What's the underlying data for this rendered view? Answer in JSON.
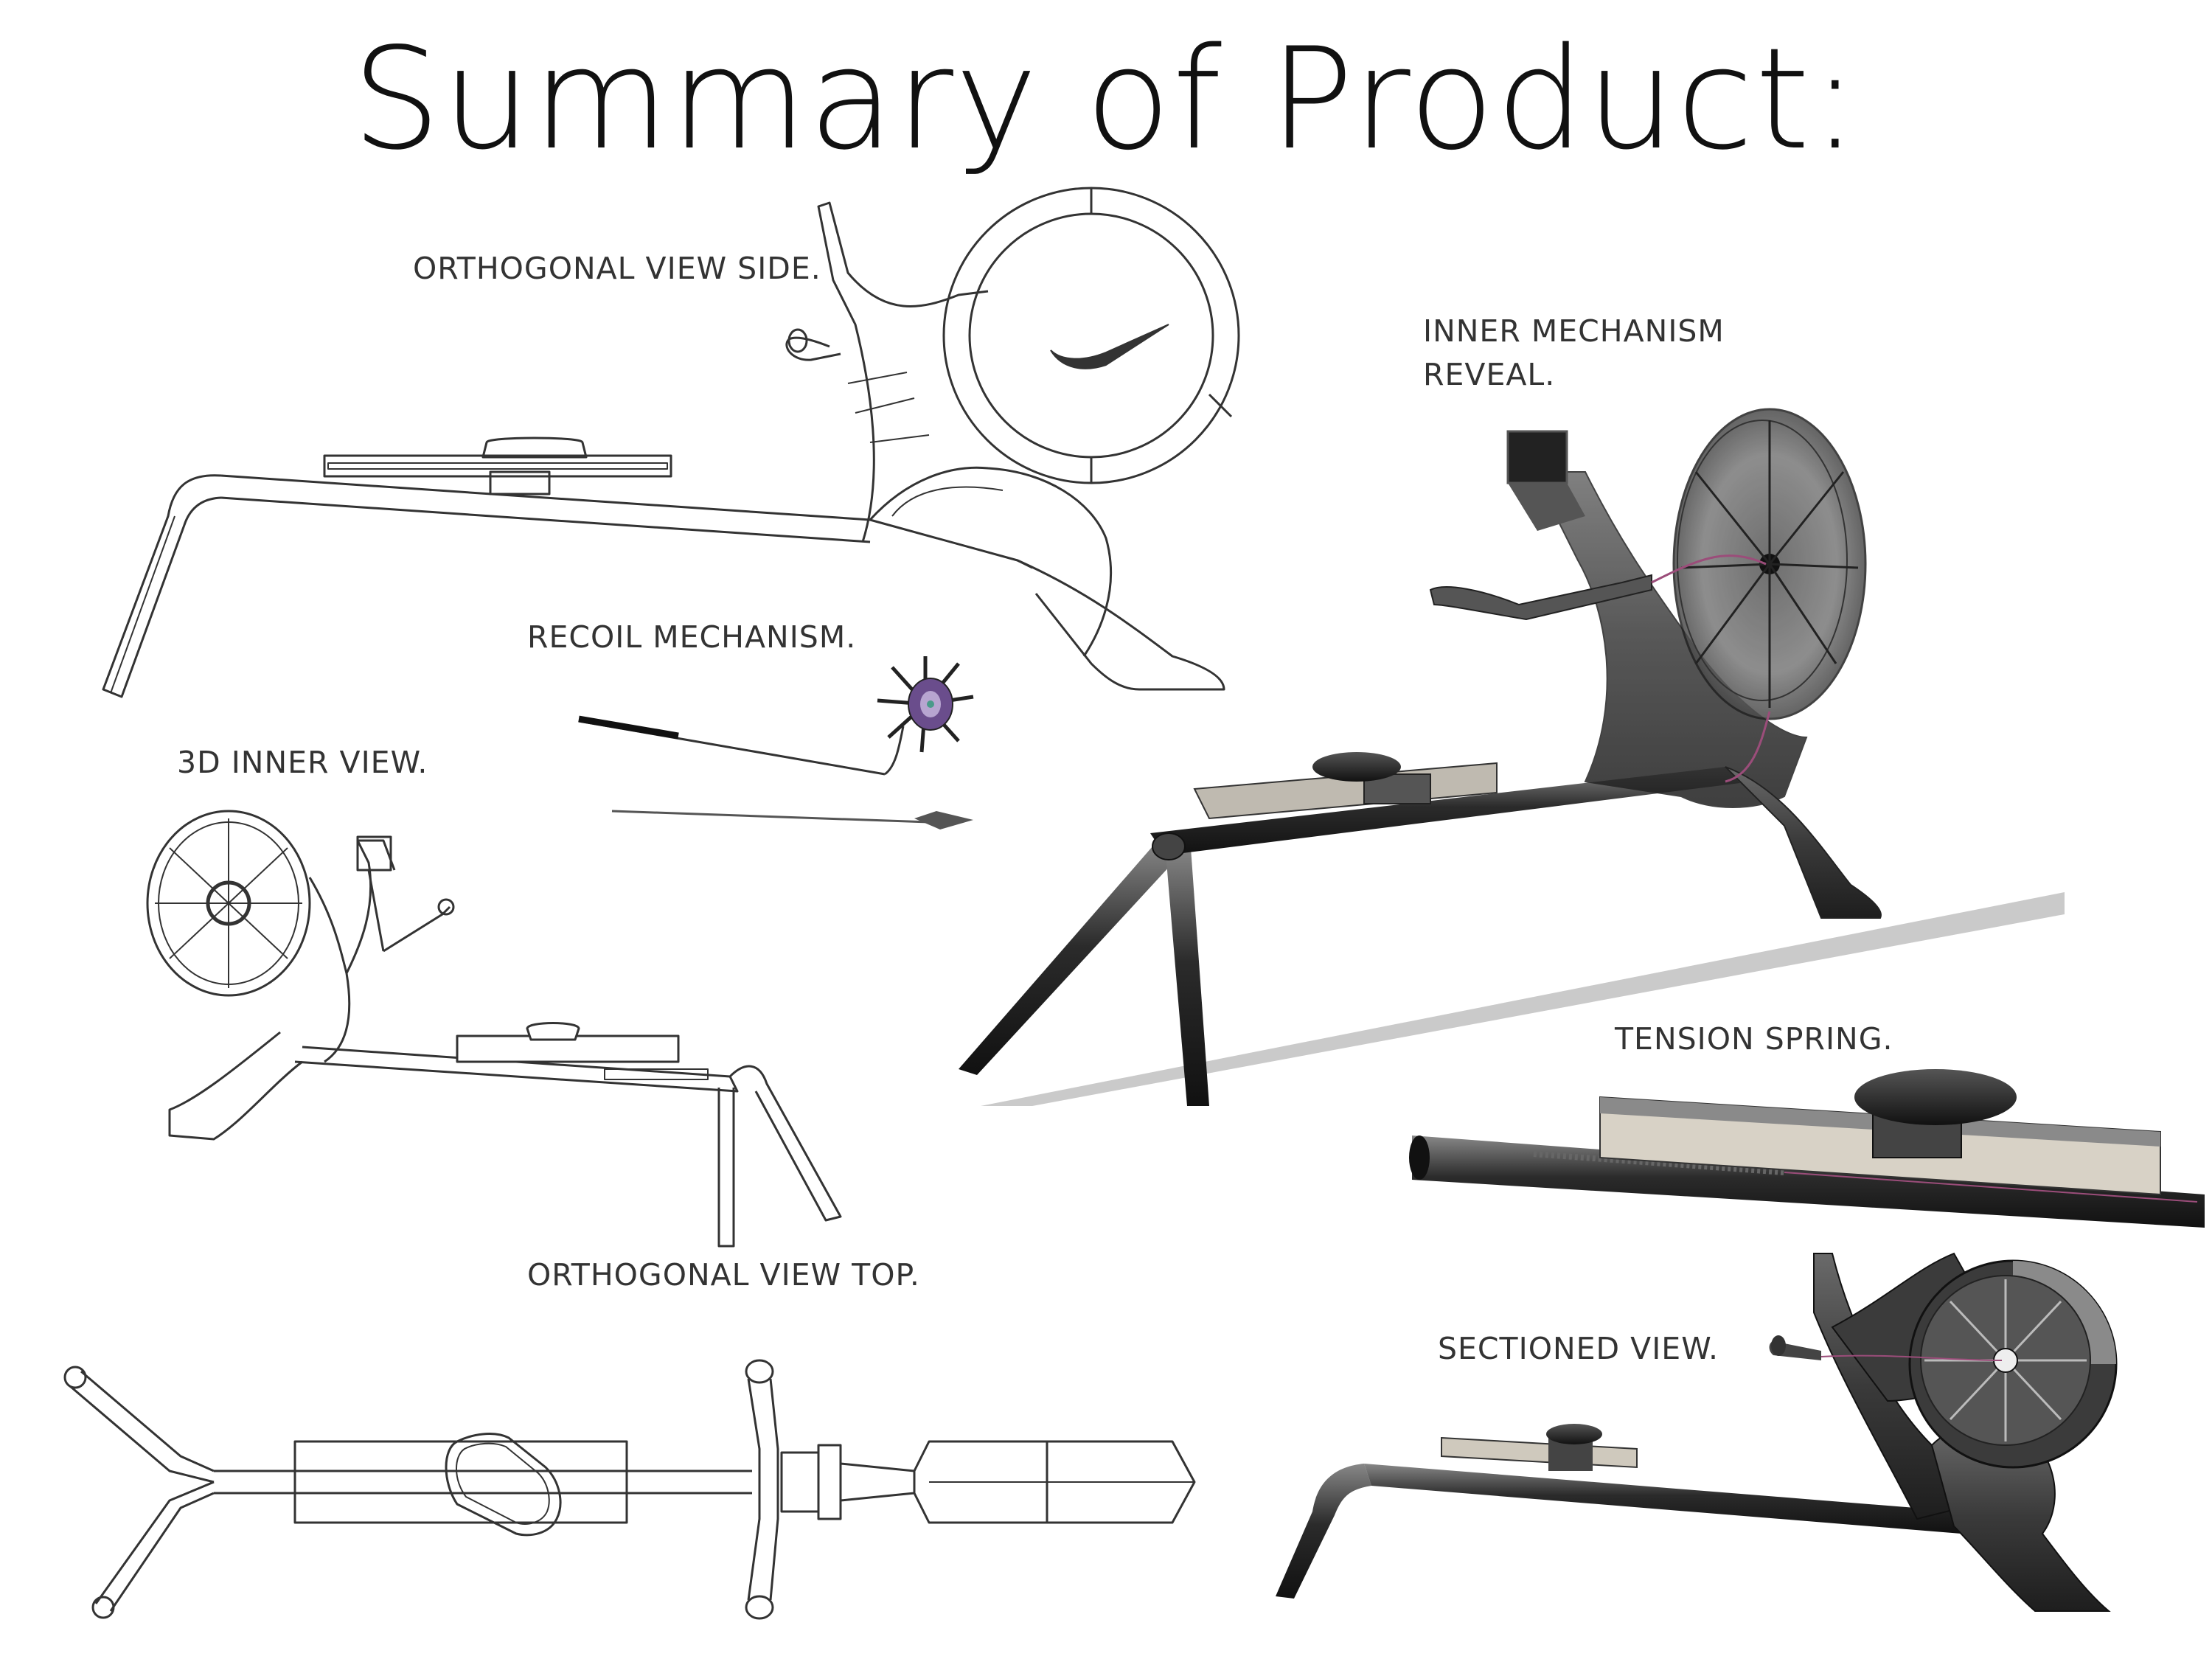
{
  "page": {
    "title": "Summary of Product:"
  },
  "views": {
    "orthogonal_side": "ORTHOGONAL VIEW SIDE.",
    "inner_mechanism_line1": "INNER MECHANISM",
    "inner_mechanism_line2": "REVEAL.",
    "recoil_mechanism": "RECOIL MECHANISM.",
    "inner_3d": "3D INNER VIEW.",
    "tension_spring": "TENSION SPRING.",
    "orthogonal_top": "ORTHOGONAL VIEW TOP.",
    "sectioned": "SECTIONED VIEW."
  },
  "colors": {
    "line": "#333333",
    "dark_body": "#3a3a3a",
    "accent_purple": "#6a4d8c",
    "accent_teal": "#4a9a8a"
  },
  "icons": {
    "brand_mark": "swoosh-logo"
  }
}
